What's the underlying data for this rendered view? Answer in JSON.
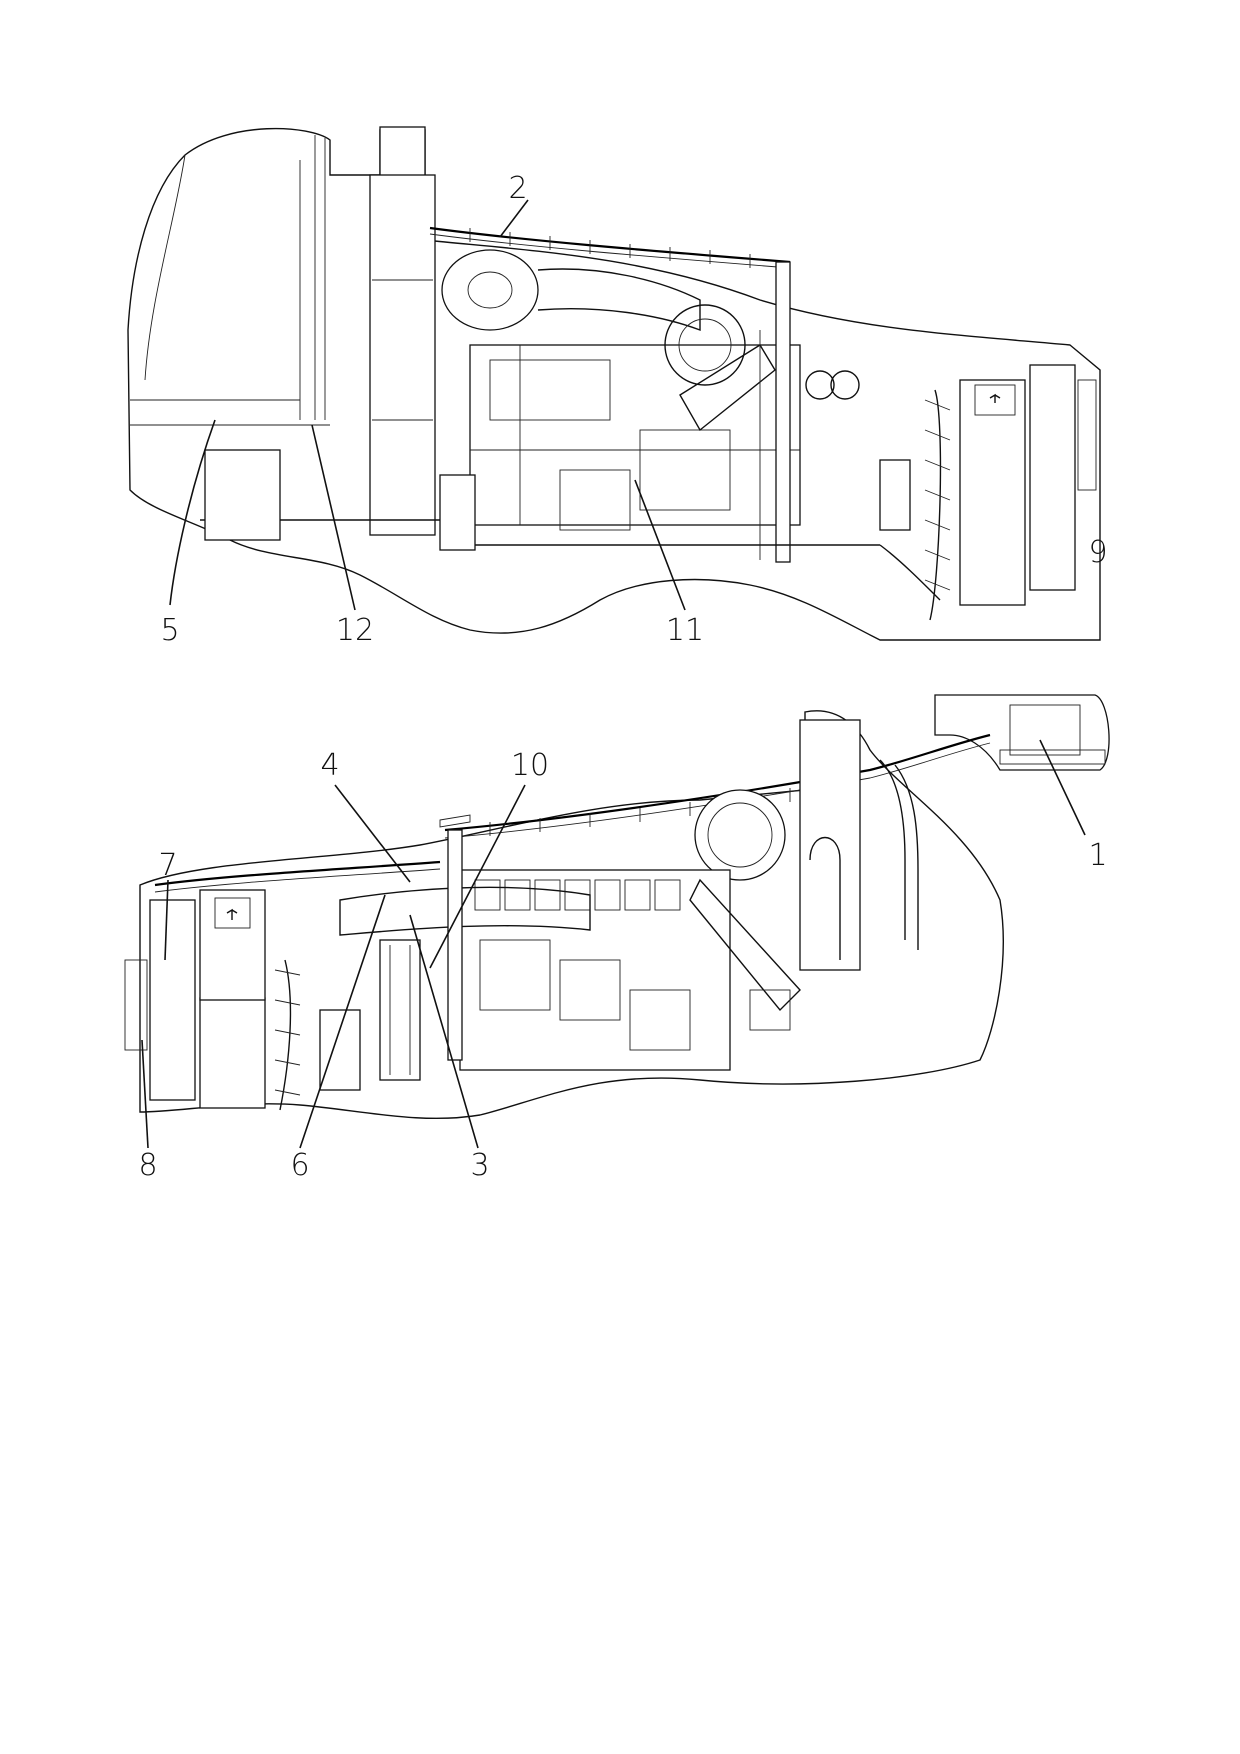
{
  "figure": {
    "views": [
      {
        "id": "top-view",
        "callouts": [
          {
            "label": "2"
          },
          {
            "label": "5"
          },
          {
            "label": "12"
          },
          {
            "label": "11"
          },
          {
            "label": "9"
          }
        ]
      },
      {
        "id": "bottom-view",
        "callouts": [
          {
            "label": "4"
          },
          {
            "label": "10"
          },
          {
            "label": "1"
          },
          {
            "label": "7"
          },
          {
            "label": "8"
          },
          {
            "label": "6"
          },
          {
            "label": "3"
          }
        ]
      }
    ]
  }
}
